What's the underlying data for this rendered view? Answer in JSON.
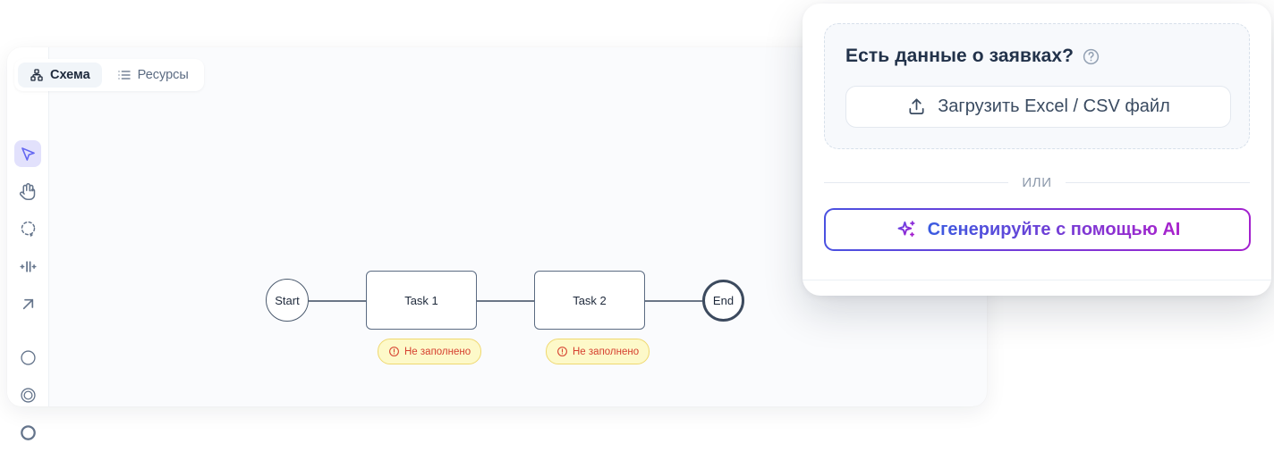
{
  "canvas": {
    "tabs": [
      {
        "label": "Схема",
        "icon": "sitemap-icon",
        "active": true
      },
      {
        "label": "Ресурсы",
        "icon": "list-icon",
        "active": false
      }
    ],
    "toolbar": {
      "tools": [
        {
          "name": "select",
          "icon": "cursor-icon",
          "active": true
        },
        {
          "name": "pan",
          "icon": "hand-icon",
          "active": false
        },
        {
          "name": "lasso-select",
          "icon": "lasso-icon",
          "active": false
        },
        {
          "name": "distribute-spacing",
          "icon": "distribute-icon",
          "active": false
        },
        {
          "name": "connector",
          "icon": "arrow-up-right-icon",
          "active": false
        },
        {
          "name": "start-node",
          "icon": "circle-icon",
          "active": false
        },
        {
          "name": "intermediate-node",
          "icon": "double-circle-icon",
          "active": false
        },
        {
          "name": "end-node",
          "icon": "bold-circle-icon",
          "active": false
        }
      ]
    },
    "flow": {
      "nodes": [
        {
          "id": "start",
          "type": "start-circle",
          "label": "Start"
        },
        {
          "id": "task-1",
          "type": "task",
          "label": "Task 1",
          "warning": "Не заполнено"
        },
        {
          "id": "task-2",
          "type": "task",
          "label": "Task 2",
          "warning": "Не заполнено"
        },
        {
          "id": "end",
          "type": "end-circle",
          "label": "End"
        }
      ],
      "warning_icon": "alert-circle-icon"
    }
  },
  "side_panel": {
    "question_title": "Есть данные о заявках?",
    "help_icon": "question-circle-icon",
    "upload_button": {
      "icon": "upload-icon",
      "label": "Загрузить Excel / CSV файл"
    },
    "divider_label": "ИЛИ",
    "ai_button": {
      "icon": "sparkles-icon",
      "label": "Сгенерируйте с помощью AI"
    }
  },
  "colors": {
    "canvas_bg": "#fafbfd",
    "tool_active_bg": "#e2e1fc",
    "tool_active_icon": "#6366f1",
    "warning_bg": "#fdf9c9",
    "warning_border": "#efd86f",
    "warning_text": "#d6402f",
    "node_border": "#4b5a6e",
    "ai_gradient_start": "#4a51e0",
    "ai_gradient_end": "#a321ce"
  }
}
